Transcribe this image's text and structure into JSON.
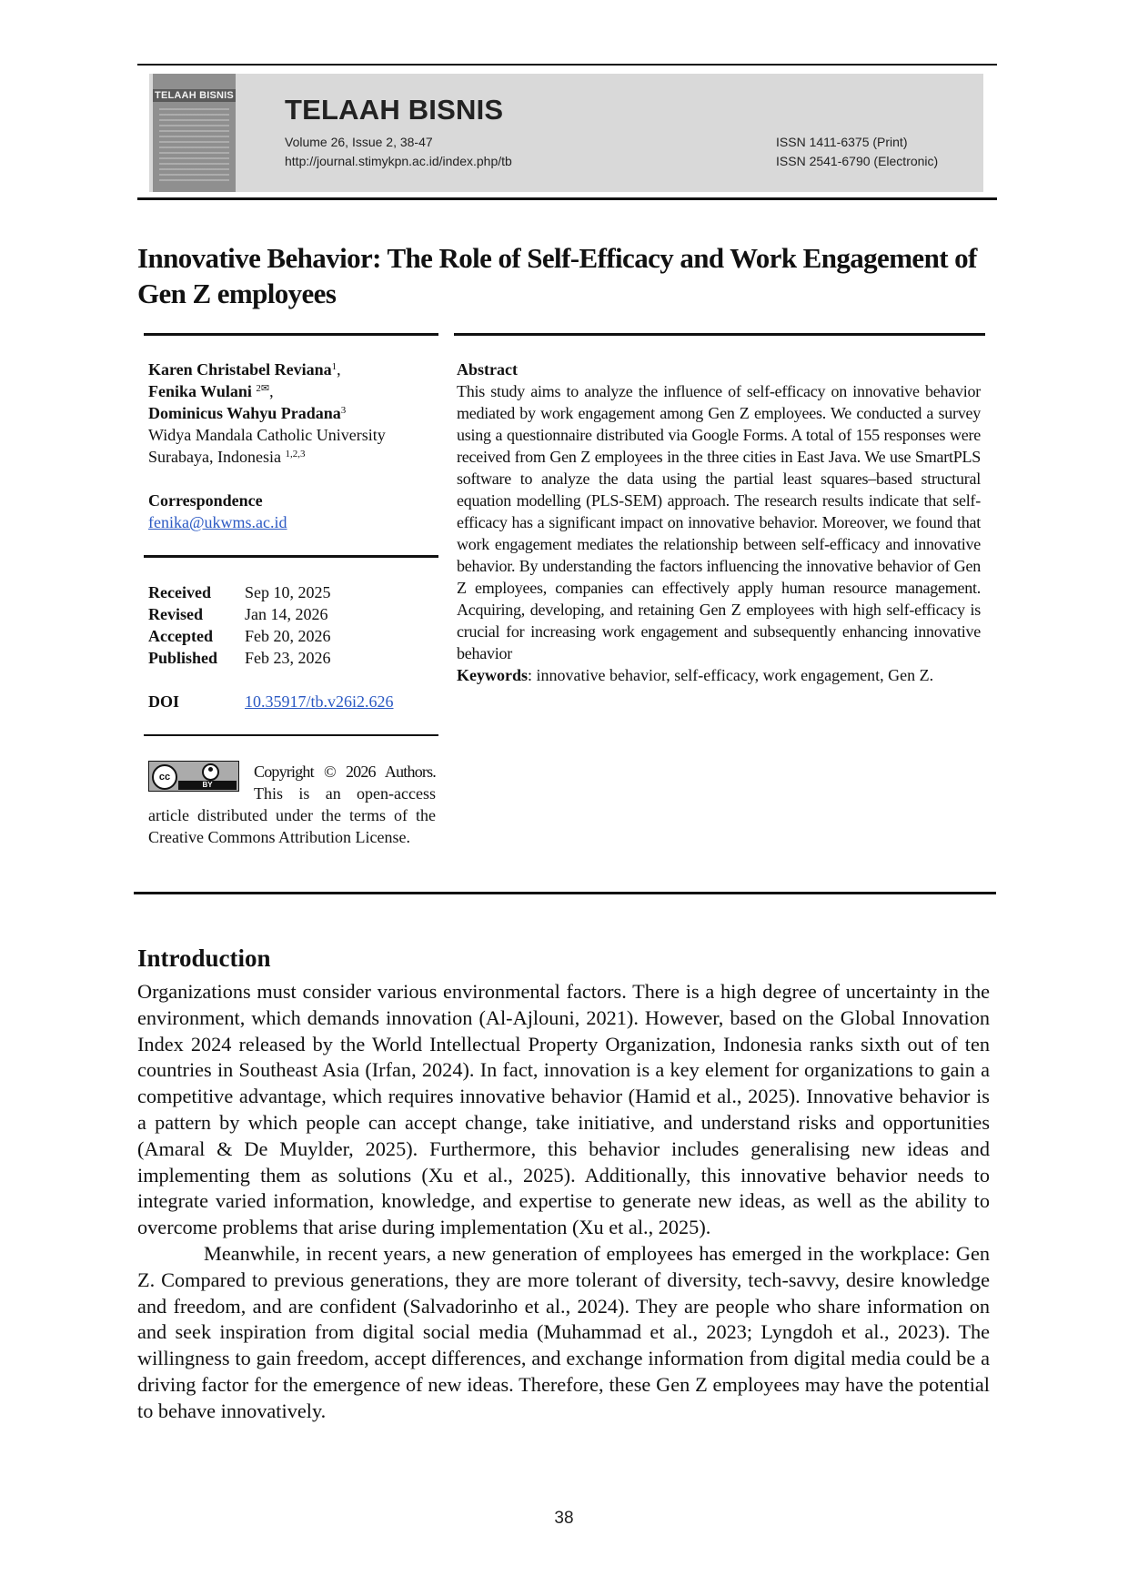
{
  "header": {
    "cover_label": "TELAAH BISNIS",
    "journal_name": "TELAAH BISNIS",
    "volume": "Volume 26, Issue 2, 38-47",
    "url": "http://journal.stimykpn.ac.id/index.php/tb",
    "issn_print": "ISSN 1411-6375 (Print)",
    "issn_electronic": "ISSN 2541-6790 (Electronic)"
  },
  "title": "Innovative Behavior: The Role of Self-Efficacy and Work Engagement of Gen Z employees",
  "authors": [
    {
      "name": "Karen Christabel Reviana",
      "sup": "1",
      "suffix": ","
    },
    {
      "name": "Fenika Wulani",
      "sup": "2✉",
      "suffix": ","
    },
    {
      "name": "Dominicus Wahyu Pradana",
      "sup": "3",
      "suffix": ""
    }
  ],
  "affiliation": {
    "line1": "Widya Mandala Catholic University",
    "line2": "Surabaya, Indonesia",
    "sup": "1,2,3"
  },
  "correspondence": {
    "label": "Correspondence",
    "email": "fenika@ukwms.ac.id"
  },
  "dates": [
    {
      "label": "Received",
      "value": "Sep 10, 2025"
    },
    {
      "label": "Revised",
      "value": "Jan 14, 2026"
    },
    {
      "label": "Accepted",
      "value": "Feb 20, 2026"
    },
    {
      "label": "Published",
      "value": "Feb 23, 2026"
    }
  ],
  "doi": {
    "label": "DOI",
    "value": "10.35917/tb.v26i2.626"
  },
  "license": {
    "badge_cc": "cc",
    "badge_by": "BY",
    "copyright": "Copyright © 2026 Authors.",
    "text": "This is an open-access article distributed under the terms of the Creative Commons Attribution License."
  },
  "abstract": {
    "heading": "Abstract",
    "text": "This study aims to analyze the influence of self-efficacy on innovative behavior mediated by work engagement among Gen Z employees. We conducted a survey using a questionnaire distributed via Google Forms. A total of 155 responses were received from Gen Z employees in the three cities in East Java. We use SmartPLS software to analyze the data using the partial least squares–based structural equation modelling (PLS-SEM) approach. The research results indicate that self-efficacy has a significant impact on innovative behavior. Moreover, we found that work engagement mediates the relationship between self-efficacy and innovative behavior. By understanding the factors influencing the innovative behavior of Gen Z employees, companies can effectively apply human resource management. Acquiring, developing, and retaining Gen Z employees with high self-efficacy is crucial for increasing work engagement and subsequently enhancing innovative behavior",
    "keywords_label": "Keywords",
    "keywords": ": innovative behavior, self-efficacy, work engagement, Gen Z."
  },
  "introduction": {
    "heading": "Introduction",
    "paragraphs": [
      "Organizations must consider various environmental factors. There is a high degree of uncertainty in the environment, which demands innovation (Al-Ajlouni, 2021). However, based on the Global Innovation Index 2024 released by the World Intellectual Property Organization, Indonesia ranks sixth out of ten countries in Southeast Asia (Irfan, 2024). In fact, innovation is a key element for organizations to gain a competitive advantage, which requires innovative behavior (Hamid et al., 2025). Innovative behavior is a pattern by which people can accept change, take initiative, and understand risks and opportunities (Amaral & De Muylder, 2025). Furthermore, this behavior includes generalising new ideas and implementing them as solutions (Xu et al., 2025). Additionally, this innovative behavior needs to integrate varied information, knowledge, and expertise to generate new ideas, as well as the ability to overcome problems that arise during implementation (Xu et al., 2025).",
      "Meanwhile, in recent years, a new generation of employees has emerged in the workplace: Gen Z. Compared to previous generations, they are more tolerant of diversity, tech-savvy, desire knowledge and freedom, and are confident (Salvadorinho et al., 2024). They are people who share information on and seek inspiration from digital social media (Muhammad et al., 2023; Lyngdoh et al., 2023). The willingness to gain freedom, accept differences, and exchange information from digital media could be a driving factor for the emergence of new ideas. Therefore, these Gen Z employees may have the potential to behave innovatively."
    ]
  },
  "page_number": "38"
}
